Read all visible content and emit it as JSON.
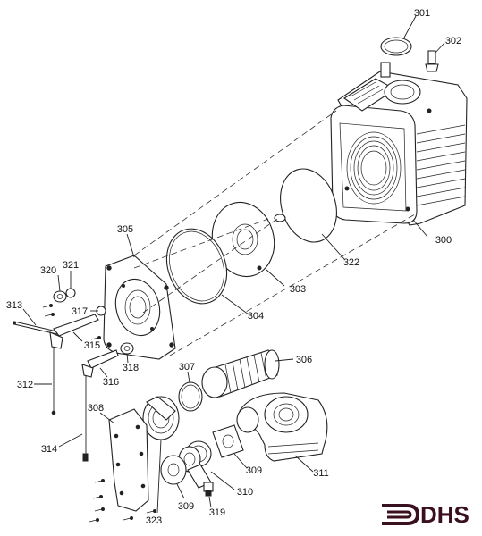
{
  "diagram": {
    "callouts": [
      "301",
      "302",
      "300",
      "322",
      "303",
      "304",
      "305",
      "320",
      "321",
      "317",
      "313",
      "315",
      "318",
      "316",
      "312",
      "307",
      "306",
      "308",
      "314",
      "309",
      "311",
      "310",
      "309",
      "319",
      "323"
    ]
  },
  "logo": {
    "text": "DHS",
    "color": "#3a0f1f"
  }
}
